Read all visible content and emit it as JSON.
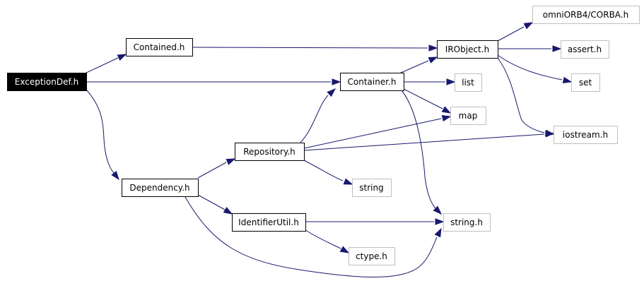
{
  "colors": {
    "edge": "#191970",
    "root_fill": "#000000",
    "root_text": "#ffffff",
    "node_border": "#000000",
    "system_border": "#bfbfbf"
  },
  "nodes": [
    {
      "id": "exceptiondef",
      "label": "ExceptionDef.h",
      "kind": "root"
    },
    {
      "id": "contained",
      "label": "Contained.h",
      "kind": "local"
    },
    {
      "id": "container",
      "label": "Container.h",
      "kind": "local"
    },
    {
      "id": "irobject",
      "label": "IRObject.h",
      "kind": "local"
    },
    {
      "id": "dependency",
      "label": "Dependency.h",
      "kind": "local"
    },
    {
      "id": "repository",
      "label": "Repository.h",
      "kind": "local"
    },
    {
      "id": "identifierutil",
      "label": "IdentifierUtil.h",
      "kind": "local"
    },
    {
      "id": "omniorb",
      "label": "omniORB4/CORBA.h",
      "kind": "system"
    },
    {
      "id": "assert",
      "label": "assert.h",
      "kind": "system"
    },
    {
      "id": "set",
      "label": "set",
      "kind": "system"
    },
    {
      "id": "list",
      "label": "list",
      "kind": "system"
    },
    {
      "id": "map",
      "label": "map",
      "kind": "system"
    },
    {
      "id": "iostream",
      "label": "iostream.h",
      "kind": "system"
    },
    {
      "id": "string",
      "label": "string",
      "kind": "system"
    },
    {
      "id": "stringh",
      "label": "string.h",
      "kind": "system"
    },
    {
      "id": "ctype",
      "label": "ctype.h",
      "kind": "system"
    }
  ],
  "edges": [
    {
      "from": "exceptiondef",
      "to": "contained"
    },
    {
      "from": "exceptiondef",
      "to": "container"
    },
    {
      "from": "exceptiondef",
      "to": "dependency"
    },
    {
      "from": "contained",
      "to": "irobject"
    },
    {
      "from": "container",
      "to": "irobject"
    },
    {
      "from": "container",
      "to": "list"
    },
    {
      "from": "container",
      "to": "map"
    },
    {
      "from": "container",
      "to": "stringh"
    },
    {
      "from": "irobject",
      "to": "omniorb"
    },
    {
      "from": "irobject",
      "to": "assert"
    },
    {
      "from": "irobject",
      "to": "set"
    },
    {
      "from": "irobject",
      "to": "iostream"
    },
    {
      "from": "dependency",
      "to": "repository"
    },
    {
      "from": "dependency",
      "to": "identifierutil"
    },
    {
      "from": "dependency",
      "to": "stringh"
    },
    {
      "from": "repository",
      "to": "container"
    },
    {
      "from": "repository",
      "to": "map"
    },
    {
      "from": "repository",
      "to": "iostream"
    },
    {
      "from": "repository",
      "to": "string"
    },
    {
      "from": "identifierutil",
      "to": "stringh"
    },
    {
      "from": "identifierutil",
      "to": "ctype"
    }
  ]
}
